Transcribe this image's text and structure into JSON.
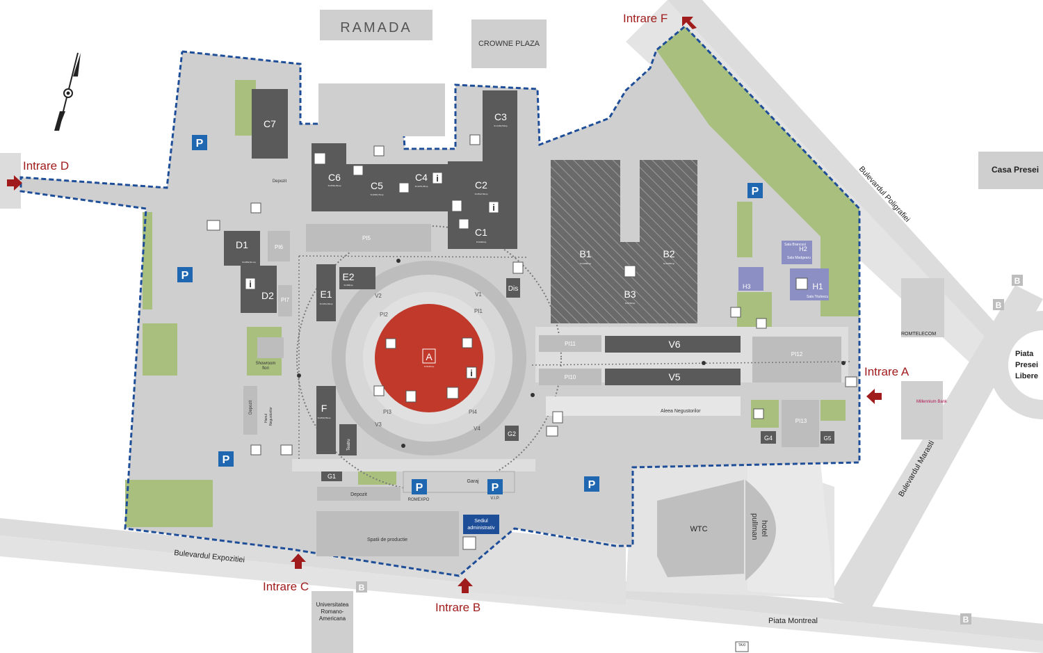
{
  "entrances": {
    "a": "Intrare A",
    "b": "Intrare B",
    "c": "Intrare C",
    "d": "Intrare D",
    "f": "Intrare F"
  },
  "streets": {
    "expozitiei": "Bulevardul Expozitiei",
    "poligrafiei": "Bulevardul Poligrafiei",
    "marasti": "Bulevardul Marasti",
    "montreal": "Piata Montreal"
  },
  "landmarks": {
    "ramada": "RAMADA",
    "crowne": "CROWNE PLAZA",
    "casa_presei": "Casa Presei",
    "piata_presei": [
      "Piata",
      "Presei",
      "Libere"
    ],
    "romtelecom": "ROMTELECOM",
    "millennium": "Millennium Bank",
    "wtc": "WTC",
    "pullman": "pullman",
    "hotel": "hotel",
    "universitatea": [
      "Universitatea",
      "Romano-",
      "Americana"
    ]
  },
  "halls": {
    "a": "A",
    "b1": "B1",
    "b2": "B2",
    "b3": "B3",
    "c1": "C1",
    "c2": "C2",
    "c3": "C3",
    "c4": "C4",
    "c5": "C5",
    "c6": "C6",
    "c7": "C7",
    "d1": "D1",
    "d2": "D2",
    "e1": "E1",
    "e2": "E2",
    "f": "F",
    "g1": "G1",
    "g2": "G2",
    "g4": "G4",
    "g5": "G5",
    "h1": "H1",
    "h2": "H2",
    "h3": "H3",
    "v5": "V5",
    "v6": "V6"
  },
  "pavilions": {
    "pi1": "PI1",
    "pi2": "PI2",
    "pi3": "PI3",
    "pi4": "PI4",
    "pi5": "PI5",
    "pi6": "PI6",
    "pi7": "PI7",
    "pi10": "PI10",
    "pi11": "PI11",
    "pi12": "PI12",
    "pi13": "PI13",
    "v1": "V1",
    "v2": "V2",
    "v3": "V3",
    "v4": "V4"
  },
  "buildings": {
    "depozit": "Depozit",
    "showroom": "Showroom",
    "flori": "flori",
    "hanul": "Hanul",
    "negustorilor": "Negustorilor",
    "aleea": "Aleea Negustorilor",
    "spatii": "Spatii de productie",
    "sediul": "Sediul",
    "administrativ": "administrativ",
    "garaj": "Garaj",
    "romexpo": "ROMEXPO",
    "vip": "V.I.P.",
    "dis": "Dis",
    "teatru": "Teatru",
    "sala_brancusi": "Sala Brancusi",
    "sala_madgearu": "Sala Madgearu",
    "sala_titulescu": "Sala Titulescu"
  },
  "area_notes": {
    "a": "S=9140mp",
    "b1": "S=13350mp",
    "b2": "S=10350mp",
    "b3": "S=6740mp",
    "c1": "S=2440mp",
    "c2": "S=2512,52mp",
    "c3": "S=4,352,53mp",
    "c4": "S=1379,78mp",
    "c5": "S=4094,70mp",
    "c6": "S=2564,52mp",
    "d1": "S=2352,91 mp",
    "e1": "S=1341,63mp",
    "e2": "S=484mp",
    "f": "S=2504,55mp"
  },
  "icons": {
    "parking_letter": "P",
    "bus_letter": "B",
    "info_letter": "i",
    "taxi": "TAXI"
  },
  "colors": {
    "boundary": "#1f4e99",
    "hall": "#5a5a5a",
    "hall_a": "#c0392b",
    "green": "#a8bf7e",
    "road": "#d7d7d7",
    "area": "#cfcfcf",
    "entrance": "#a01c1c",
    "parking": "#1f67b1",
    "sala": "#8b8fc4"
  }
}
